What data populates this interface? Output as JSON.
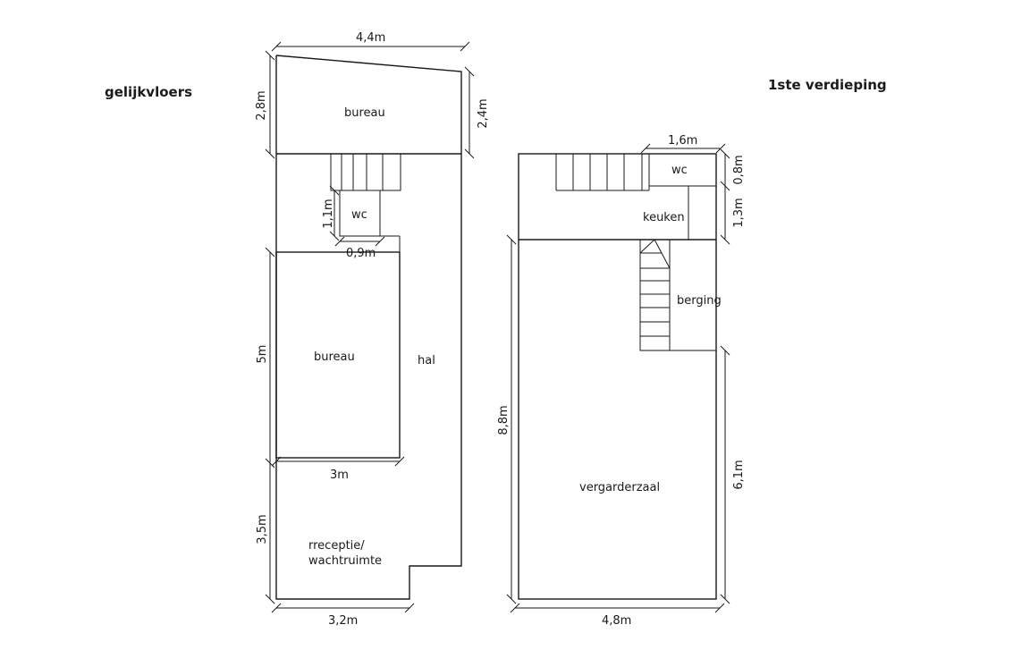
{
  "floors": {
    "ground": "gelijkvloers",
    "first": "1ste verdieping"
  },
  "rooms": {
    "bureau_top": "bureau",
    "wc_ground": "wc",
    "bureau_main": "bureau",
    "hal": "hal",
    "receptie_line1": "rreceptie/",
    "receptie_line2": "wachtruimte",
    "wc_first": "wc",
    "keuken": "keuken",
    "berging": "berging",
    "vergaderzaal": "vergarderzaal"
  },
  "dimensions": {
    "ground_top_width": "4,4m",
    "ground_bureau_left_height": "2,8m",
    "ground_bureau_right_height": "2,4m",
    "ground_wc_height": "1,1m",
    "ground_wc_width": "0,9m",
    "ground_bureau_height": "5m",
    "ground_bureau_width": "3m",
    "ground_receptie_height": "3,5m",
    "ground_bottom_width": "3,2m",
    "first_wc_width": "1,6m",
    "first_wc_height": "0,8m",
    "first_keuken_height": "1,3m",
    "first_left_height": "8,8m",
    "first_right_height": "6,1m",
    "first_bottom_width": "4,8m"
  }
}
